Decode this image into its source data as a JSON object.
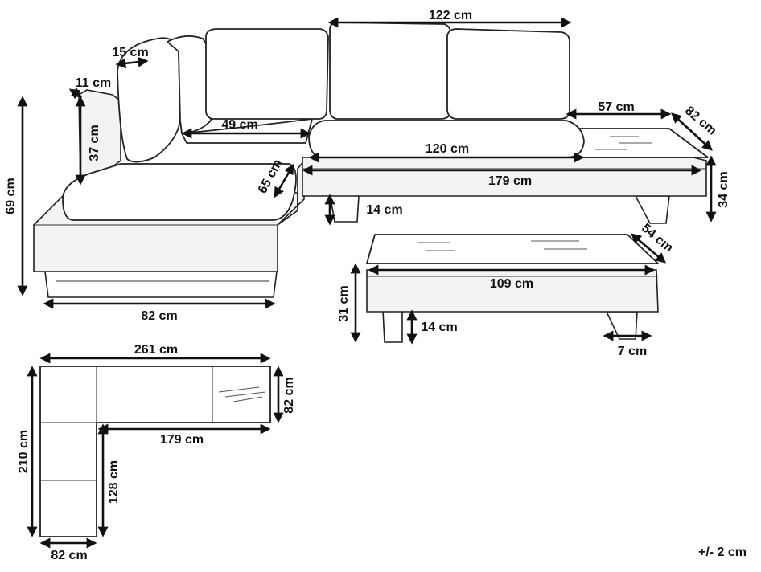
{
  "labels": {
    "back_width_122": "122 cm",
    "armrest_15": "15 cm",
    "armrest_11": "11 cm",
    "arm_height_37": "37 cm",
    "total_height_69": "69 cm",
    "seat_depth_49": "49 cm",
    "seat_65": "65 cm",
    "side_82": "82 cm",
    "cushion_120": "120 cm",
    "sofa_length_179": "179 cm",
    "leg_14": "14 cm",
    "seat_height_34": "34 cm",
    "table_top_57": "57 cm",
    "table_depth_82": "82 cm",
    "coffee_54": "54 cm",
    "coffee_109": "109 cm",
    "coffee_height_31": "31 cm",
    "coffee_leg_14": "14 cm",
    "coffee_leg_7": "7 cm",
    "plan_261": "261 cm",
    "plan_82_right": "82 cm",
    "plan_179": "179 cm",
    "plan_210": "210 cm",
    "plan_128": "128 cm",
    "plan_82_bottom": "82 cm",
    "tolerance": "+/- 2 cm"
  }
}
